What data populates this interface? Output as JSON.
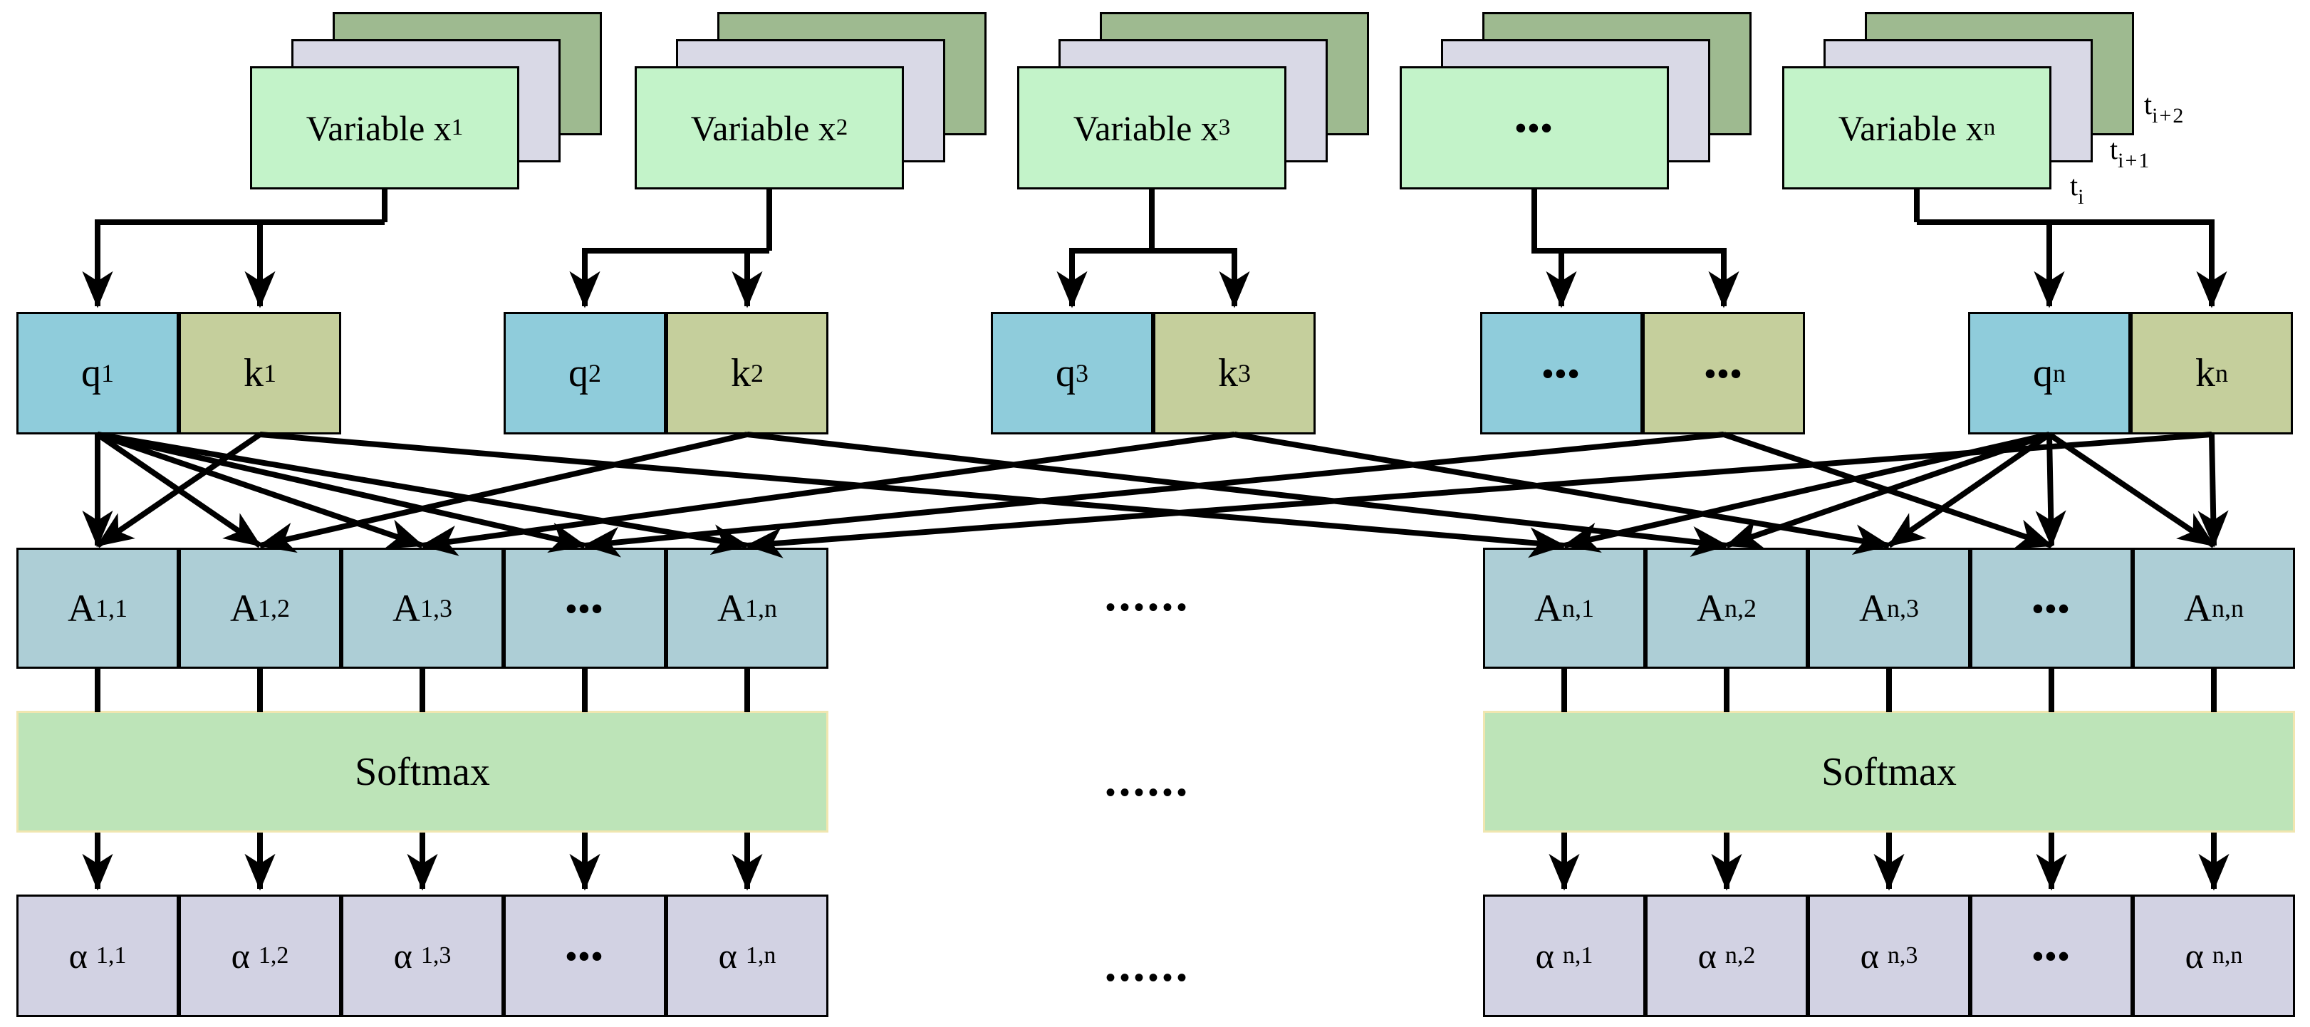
{
  "groups": [
    {
      "card": {
        "base": "Variable x",
        "sup": "1"
      },
      "q": {
        "base": "q",
        "sup": "1"
      },
      "k": {
        "base": "k",
        "sup": "1"
      }
    },
    {
      "card": {
        "base": "Variable x",
        "sup": "2"
      },
      "q": {
        "base": "q",
        "sup": "2"
      },
      "k": {
        "base": "k",
        "sup": "2"
      }
    },
    {
      "card": {
        "base": "Variable x",
        "sup": "3"
      },
      "q": {
        "base": "q",
        "sup": "3"
      },
      "k": {
        "base": "k",
        "sup": "3"
      }
    },
    {
      "card": {
        "base": "•••",
        "sup": ""
      },
      "q": {
        "base": "•••",
        "sup": ""
      },
      "k": {
        "base": "•••",
        "sup": ""
      }
    },
    {
      "card": {
        "base": "Variable x",
        "sup": "n"
      },
      "q": {
        "base": "q",
        "sup": "n"
      },
      "k": {
        "base": "k",
        "sup": "n"
      }
    }
  ],
  "time_labels": [
    {
      "base": "t",
      "sub": "i+2"
    },
    {
      "base": "t",
      "sub": "i+1"
    },
    {
      "base": "t",
      "sub": "i"
    }
  ],
  "left_block": {
    "a_cells": [
      {
        "base": "A",
        "sub": "1,1"
      },
      {
        "base": "A",
        "sub": "1,2"
      },
      {
        "base": "A",
        "sub": "1,3"
      },
      {
        "base": "•••",
        "sub": ""
      },
      {
        "base": "A",
        "sub": "1,n"
      }
    ],
    "softmax_label": "Softmax",
    "alpha_cells": [
      {
        "base": "α",
        "sub": "1,1"
      },
      {
        "base": "α",
        "sub": "1,2"
      },
      {
        "base": "α",
        "sub": "1,3"
      },
      {
        "base": "•••",
        "sub": ""
      },
      {
        "base": "α",
        "sub": "1,n"
      }
    ]
  },
  "right_block": {
    "a_cells": [
      {
        "base": "A",
        "sub": "n,1"
      },
      {
        "base": "A",
        "sub": "n,2"
      },
      {
        "base": "A",
        "sub": "n,3"
      },
      {
        "base": "•••",
        "sub": ""
      },
      {
        "base": "A",
        "sub": "n,n"
      }
    ],
    "softmax_label": "Softmax",
    "alpha_cells": [
      {
        "base": "α",
        "sub": "n,1"
      },
      {
        "base": "α",
        "sub": "n,2"
      },
      {
        "base": "α",
        "sub": "n,3"
      },
      {
        "base": "•••",
        "sub": ""
      },
      {
        "base": "α",
        "sub": "n,n"
      }
    ]
  },
  "middle_dots": {
    "rows": [
      "••••••",
      "••••••",
      "••••••"
    ]
  },
  "colors": {
    "card_front": "#c3f3c9",
    "card_middle": "#d9d9e6",
    "card_back": "#9eba90",
    "query_box": "#8fccdb",
    "key_box": "#c5cf9c",
    "attention_cell": "#adced6",
    "softmax_fill": "#bde4b8",
    "softmax_border": "#f0e6b0",
    "alpha_cell": "#d2d2e3",
    "line": "#000000"
  }
}
